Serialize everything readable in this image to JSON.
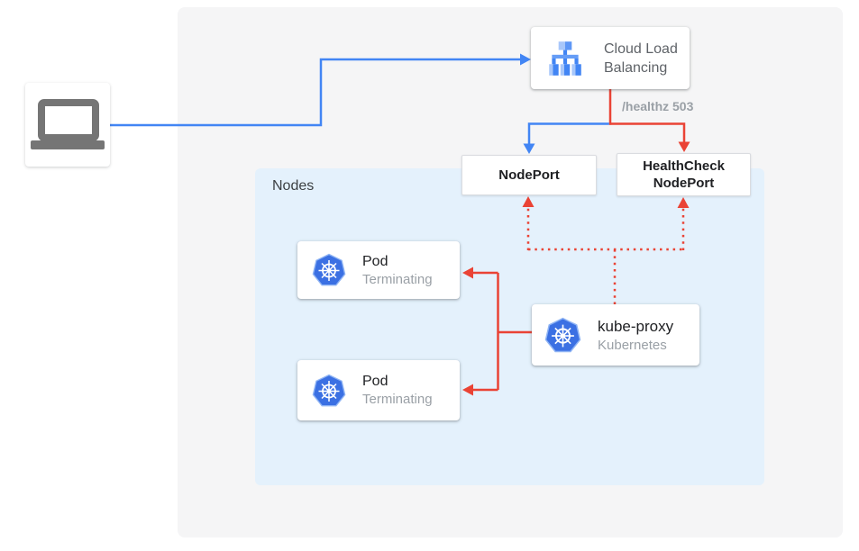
{
  "colors": {
    "traffic_blue": "#4285F4",
    "failure_red": "#EA4335",
    "outer_panel_bg": "#F5F5F6",
    "nodes_panel_bg": "#E4F1FC"
  },
  "icons": {
    "client": "laptop-icon",
    "load_balancer": "cloud-load-balancing-icon",
    "kubernetes": "kubernetes-icon"
  },
  "load_balancer": {
    "label": "Cloud Load Balancing"
  },
  "health_check_annotation": "/healthz 503",
  "node_port": {
    "label": "NodePort"
  },
  "health_check_node_port": {
    "label": "HealthCheck NodePort"
  },
  "nodes_panel": {
    "label": "Nodes"
  },
  "pods": [
    {
      "title": "Pod",
      "status": "Terminating"
    },
    {
      "title": "Pod",
      "status": "Terminating"
    }
  ],
  "kube_proxy": {
    "title": "kube-proxy",
    "subtitle": "Kubernetes"
  },
  "edges": [
    {
      "from": "client",
      "to": "cloud-load-balancing",
      "color": "blue",
      "style": "solid"
    },
    {
      "from": "cloud-load-balancing",
      "to": "nodeport",
      "color": "blue",
      "style": "solid"
    },
    {
      "from": "cloud-load-balancing",
      "to": "healthcheck-nodeport",
      "color": "red",
      "style": "solid",
      "label": "/healthz 503"
    },
    {
      "from": "kube-proxy",
      "to": "nodeport",
      "color": "red",
      "style": "dotted"
    },
    {
      "from": "kube-proxy",
      "to": "healthcheck-nodeport",
      "color": "red",
      "style": "dotted"
    },
    {
      "from": "kube-proxy",
      "to": "pod-1",
      "color": "red",
      "style": "solid"
    },
    {
      "from": "kube-proxy",
      "to": "pod-2",
      "color": "red",
      "style": "solid"
    }
  ]
}
